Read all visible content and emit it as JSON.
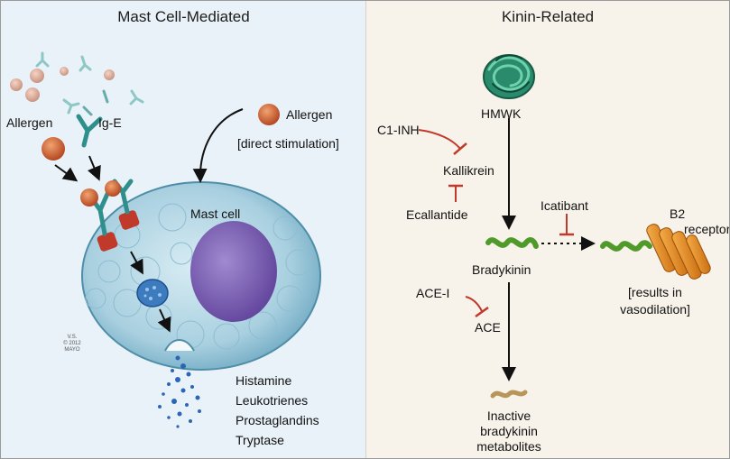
{
  "left_panel": {
    "title": "Mast Cell-Mediated",
    "allergen_left": "Allergen",
    "ige": "Ig-E",
    "allergen_right": "Allergen",
    "direct_stimulation": "[direct stimulation]",
    "mast_cell": "Mast cell",
    "mediators": [
      "Histamine",
      "Leukotrienes",
      "Prostaglandins",
      "Tryptase"
    ],
    "signature": [
      "V.S.",
      "© 2012",
      "MAYO"
    ]
  },
  "right_panel": {
    "title": "Kinin-Related",
    "hmwk": "HMWK",
    "c1_inh": "C1-INH",
    "kallikrein": "Kallikrein",
    "ecallantide": "Ecallantide",
    "icatibant": "Icatibant",
    "bradykinin": "Bradykinin",
    "b2_receptor": [
      "B2",
      "receptor"
    ],
    "vasodilation": [
      "[results in",
      "vasodilation]"
    ],
    "ace_i": "ACE-I",
    "ace": "ACE",
    "inactive_metabolites": [
      "Inactive",
      "bradykinin",
      "metabolites"
    ]
  },
  "colors": {
    "left_bg": "#e9f2f8",
    "right_bg": "#f8f3ea",
    "allergen": "#c8552d",
    "antibody": "#2f8f8c",
    "receptor": "#c0392b",
    "cell": "#a8cfe0",
    "nucleus": "#7a5fb0",
    "inhibitor": "#c0392b",
    "bradykinin": "#4f9a2a",
    "b2_receptor": "#e88a1a",
    "hmwk": "#1f7a60"
  }
}
